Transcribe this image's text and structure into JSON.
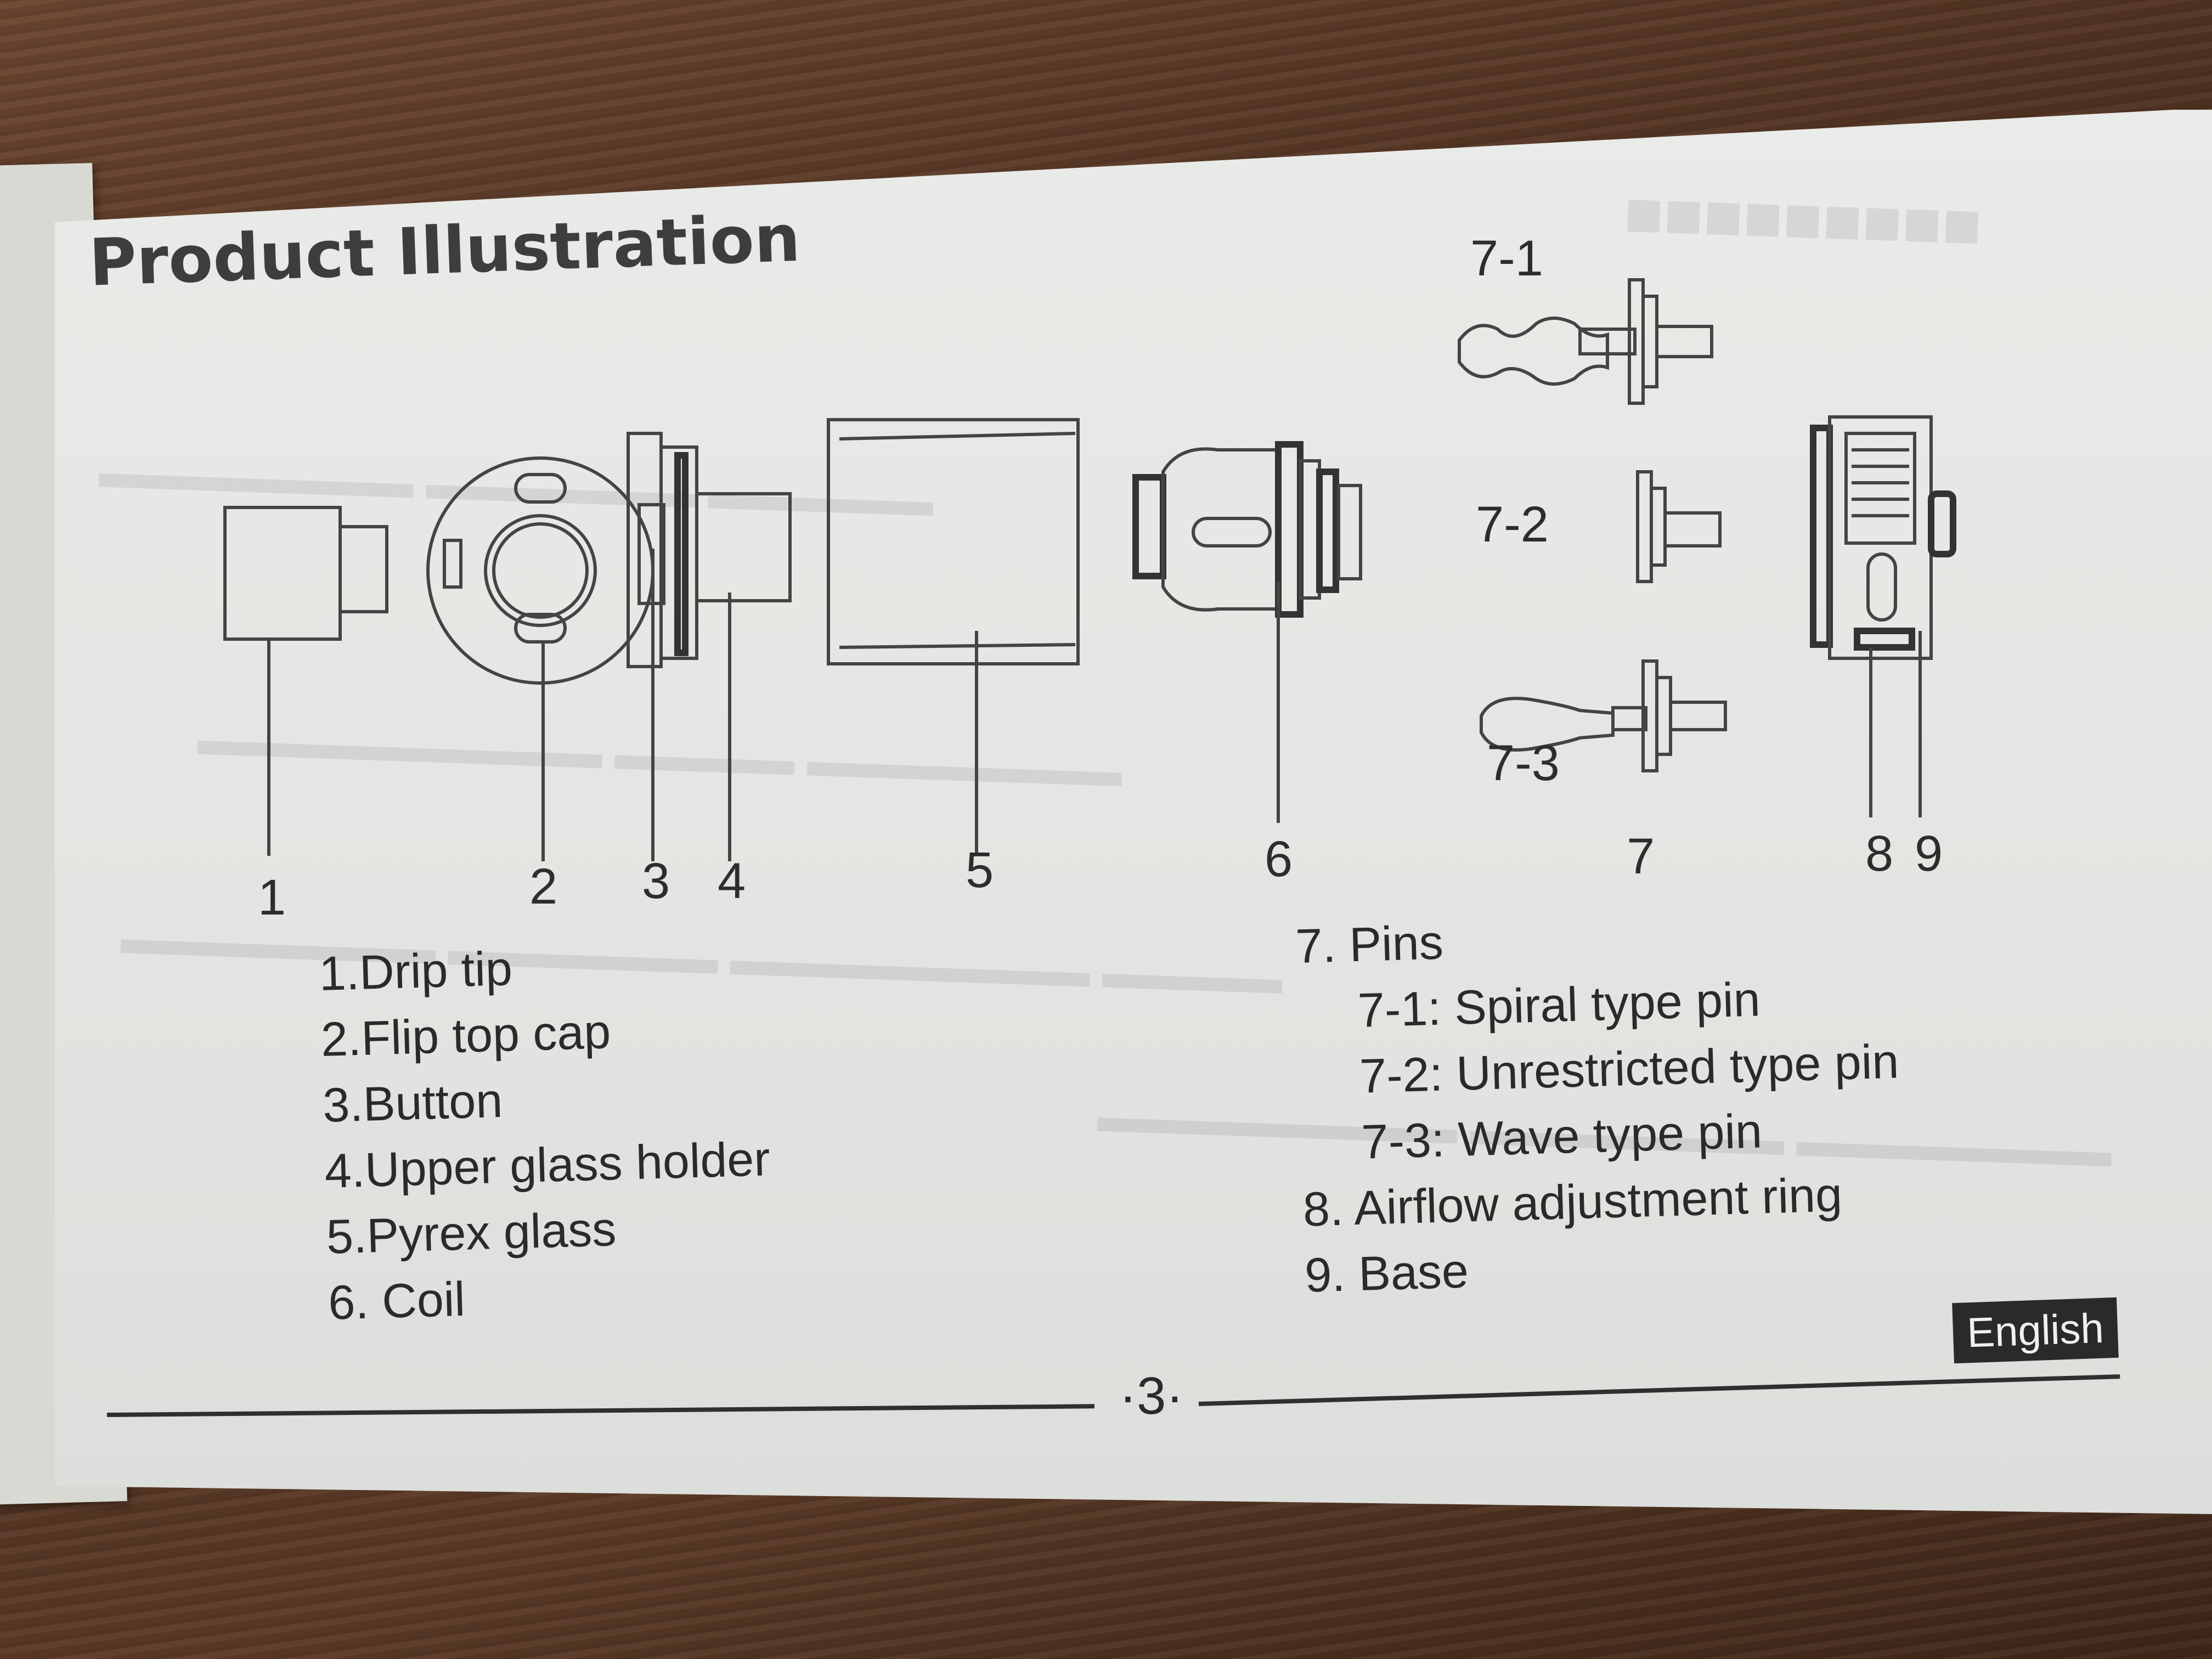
{
  "page": {
    "title": "Product Illustration",
    "language_badge": "English",
    "page_number": "·3·"
  },
  "callouts": {
    "n1": "1",
    "n2": "2",
    "n3": "3",
    "n4": "4",
    "n5": "5",
    "n6": "6",
    "n7": "7",
    "n8": "8",
    "n9": "9",
    "pin_7_1": "7-1",
    "pin_7_2": "7-2",
    "pin_7_3": "7-3"
  },
  "parts_left": [
    "1.Drip tip",
    "2.Flip top cap",
    "3.Button",
    "4.Upper glass holder",
    "5.Pyrex glass",
    "6. Coil"
  ],
  "parts_right": [
    "7. Pins",
    "7-1: Spiral type pin",
    "7-2: Unrestricted type pin",
    "7-3: Wave type pin",
    "8. Airflow adjustment ring",
    "9. Base"
  ]
}
